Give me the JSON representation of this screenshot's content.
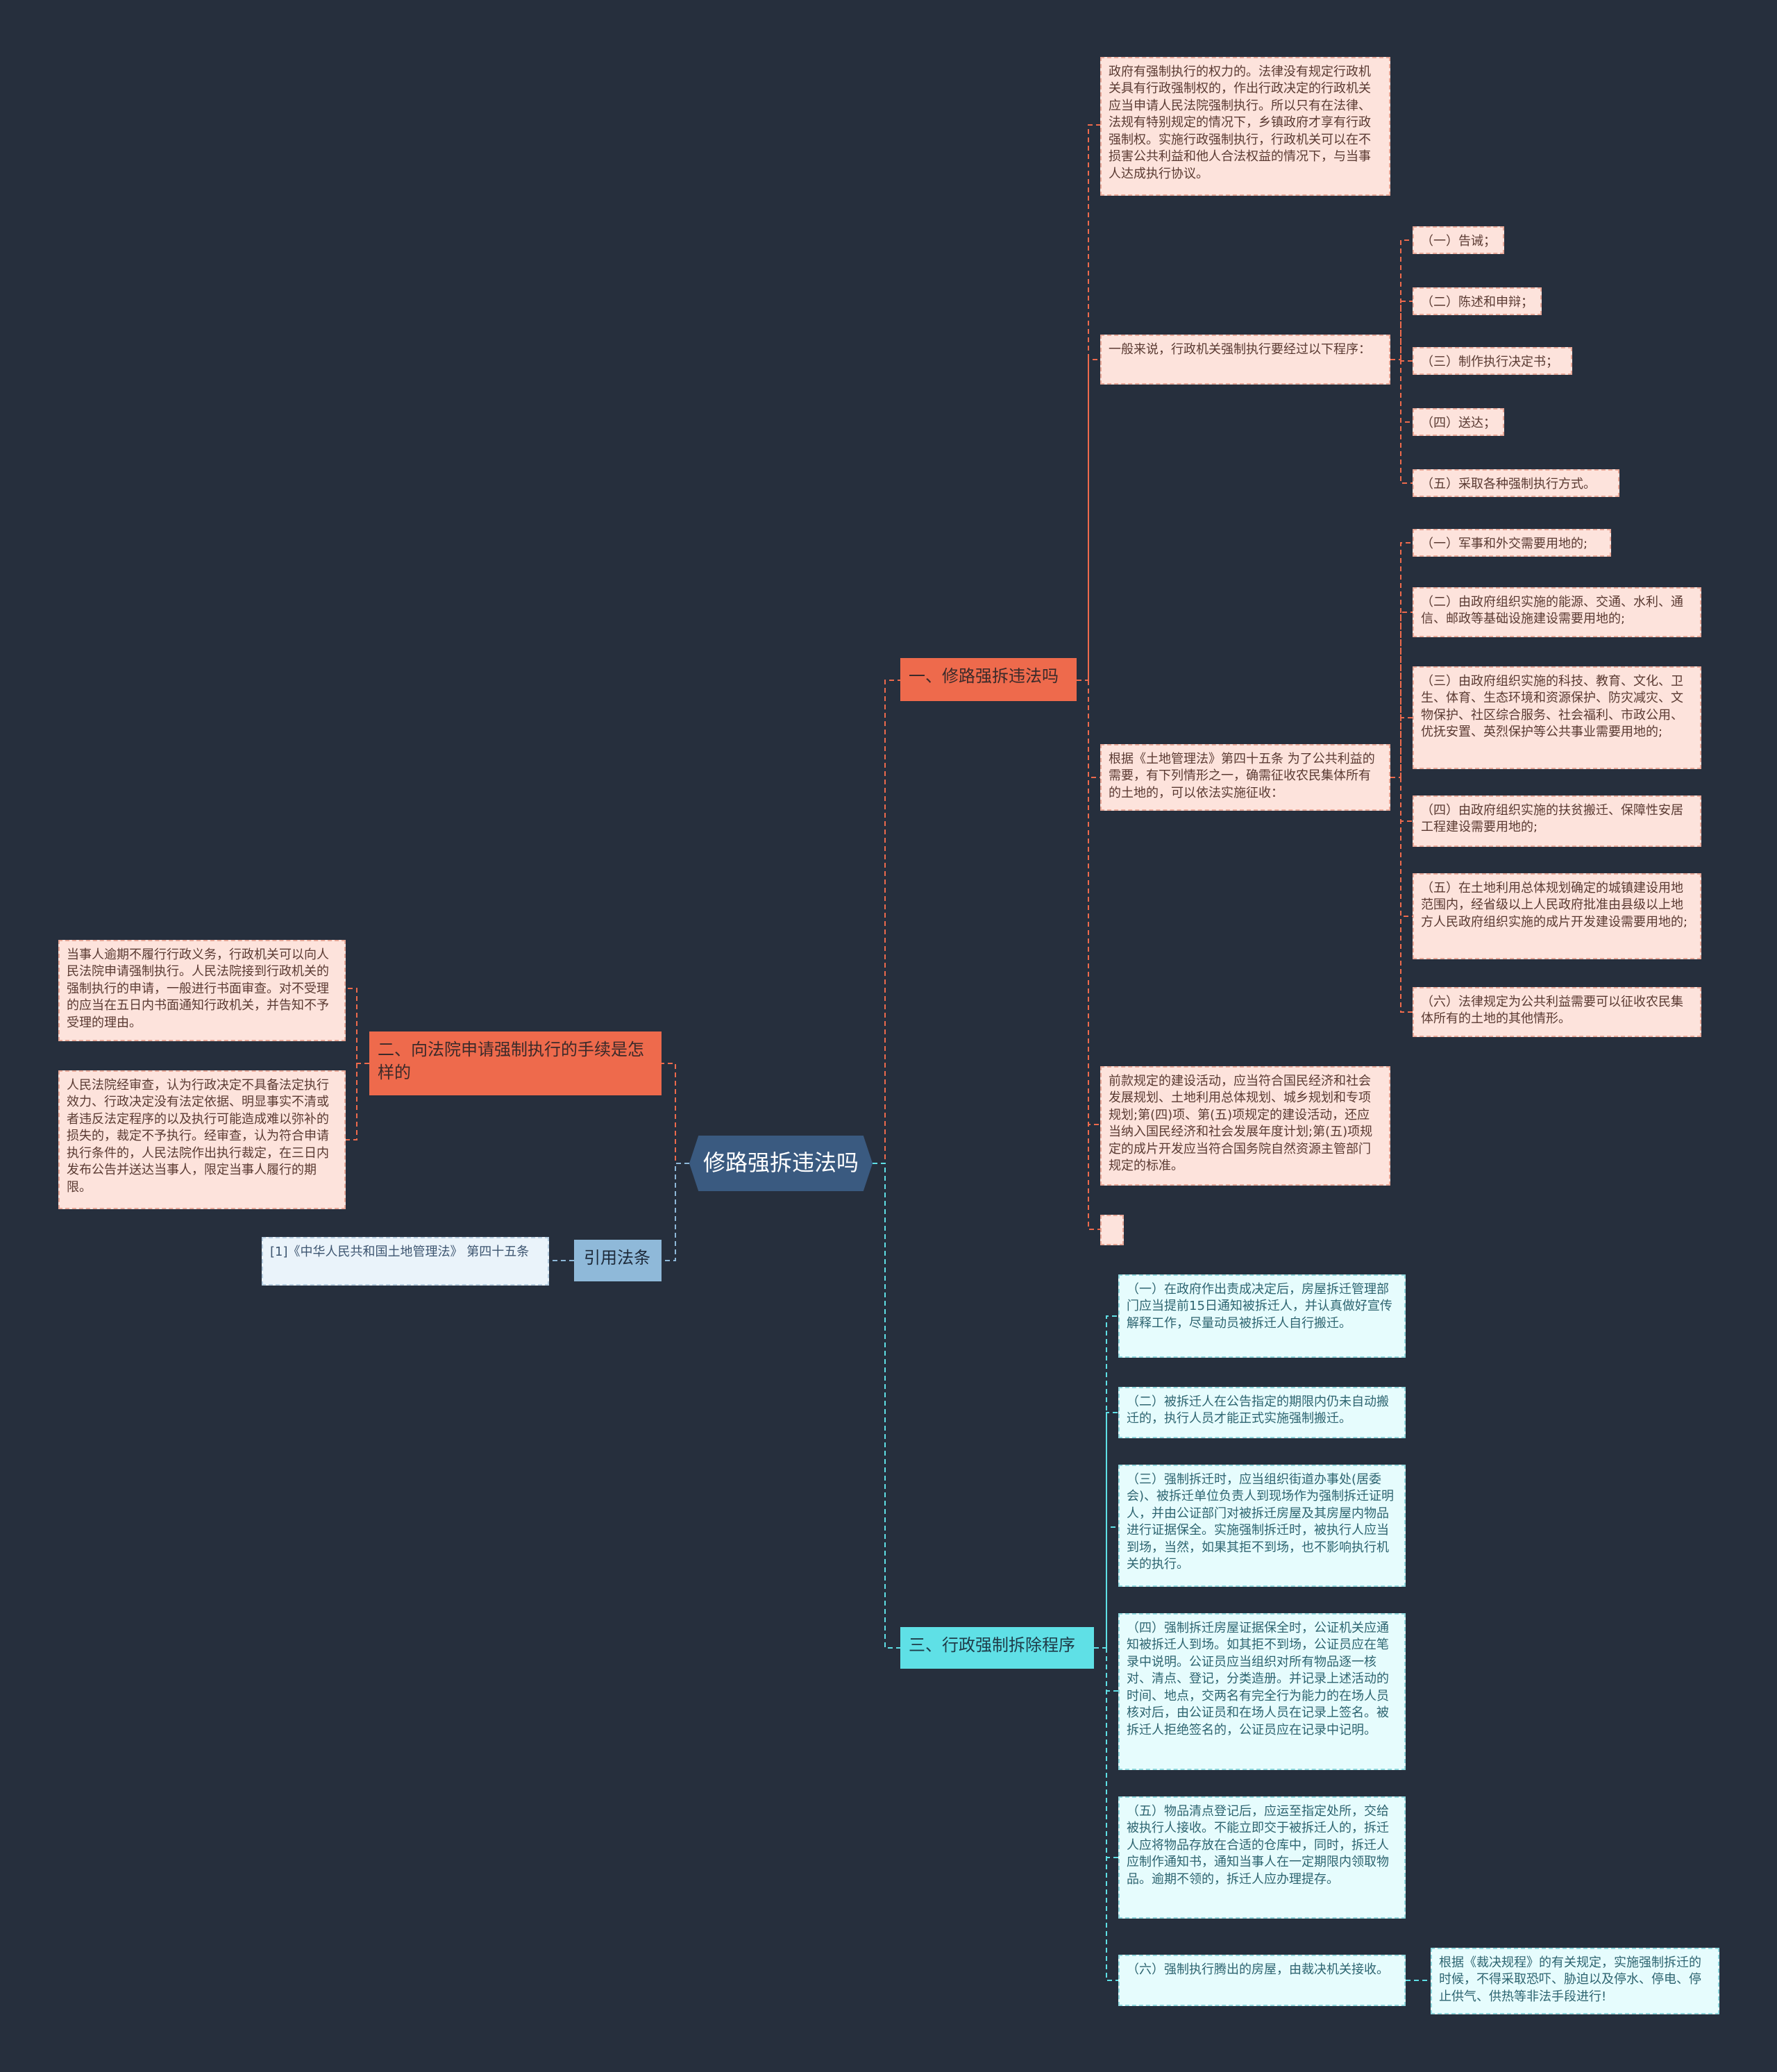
{
  "root": {
    "label": "修路强拆违法吗"
  },
  "branches": {
    "b1": {
      "label": "一、修路强拆违法吗",
      "items": {
        "power": "政府有强制执行的权力的。法律没有规定行政机关具有行政强制权的，作出行政决定的行政机关应当申请人民法院强制执行。所以只有在法律、法规有特别规定的情况下，乡镇政府才享有行政强制权。实施行政强制执行，行政机关可以在不损害公共利益和他人合法权益的情况下，与当事人达成执行协议。",
        "procedure": "一般来说，行政机关强制执行要经过以下程序：",
        "procedure_steps": [
          "（一）告诫；",
          "（二）陈述和申辩；",
          "（三）制作执行决定书；",
          "（四）送达；",
          "（五）采取各种强制执行方式。"
        ],
        "land_law": "根据《土地管理法》第四十五条 为了公共利益的需要，有下列情形之一，确需征收农民集体所有的土地的，可以依法实施征收：",
        "land_cases": [
          "（一）军事和外交需要用地的;",
          "（二）由政府组织实施的能源、交通、水利、通信、邮政等基础设施建设需要用地的;",
          "（三）由政府组织实施的科技、教育、文化、卫生、体育、生态环境和资源保护、防灾减灾、文物保护、社区综合服务、社会福利、市政公用、优抚安置、英烈保护等公共事业需要用地的;",
          "（四）由政府组织实施的扶贫搬迁、保障性安居工程建设需要用地的;",
          "（五）在土地利用总体规划确定的城镇建设用地范围内，经省级以上人民政府批准由县级以上地方人民政府组织实施的成片开发建设需要用地的;",
          "（六）法律规定为公共利益需要可以征收农民集体所有的土地的其他情形。"
        ],
        "construction": "前款规定的建设活动，应当符合国民经济和社会发展规划、土地利用总体规划、城乡规划和专项规划;第(四)项、第(五)项规定的建设活动，还应当纳入国民经济和社会发展年度计划;第(五)项规定的成片开发应当符合国务院自然资源主管部门规定的标准。",
        "empty": ""
      }
    },
    "b2": {
      "label": "二、向法院申请强制执行的手续是怎样的",
      "items": [
        "当事人逾期不履行行政义务，行政机关可以向人民法院申请强制执行。人民法院接到行政机关的强制执行的申请，一般进行书面审查。对不受理的应当在五日内书面通知行政机关，并告知不予受理的理由。",
        "人民法院经审查，认为行政决定不具备法定执行效力、行政决定没有法定依据、明显事实不清或者违反法定程序的以及执行可能造成难以弥补的损失的，裁定不予执行。经审查，认为符合申请执行条件的，人民法院作出执行裁定，在三日内发布公告并送达当事人，限定当事人履行的期限。"
      ]
    },
    "b3": {
      "label": "三、行政强制拆除程序",
      "items": [
        "（一）在政府作出责成决定后，房屋拆迁管理部门应当提前15日通知被拆迁人，并认真做好宣传解释工作，尽量动员被拆迁人自行搬迁。",
        "（二）被拆迁人在公告指定的期限内仍未自动搬迁的，执行人员才能正式实施强制搬迁。",
        "（三）强制拆迁时，应当组织街道办事处(居委会)、被拆迁单位负责人到现场作为强制拆迁证明人，并由公证部门对被拆迁房屋及其房屋内物品进行证据保全。实施强制拆迁时，被执行人应当到场，当然，如果其拒不到场，也不影响执行机关的执行。",
        "（四）强制拆迁房屋证据保全时，公证机关应通知被拆迁人到场。如其拒不到场，公证员应在笔录中说明。公证员应当组织对所有物品逐一核对、清点、登记，分类造册。并记录上述活动的时间、地点，交两名有完全行为能力的在场人员核对后，由公证员和在场人员在记录上签名。被拆迁人拒绝签名的，公证员应在记录中记明。",
        "（五）物品清点登记后，应运至指定处所，交给被执行人接收。不能立即交于被拆迁人的，拆迁人应将物品存放在合适的仓库中，同时，拆迁人应制作通知书，通知当事人在一定期限内领取物品。逾期不领的，拆迁人应办理提存。",
        "（六）强制执行腾出的房屋，由裁决机关接收。"
      ],
      "sub6": "根据《裁决规程》的有关规定，实施强制拆迁的时候，不得采取恐吓、胁迫以及停水、停电、停止供气、供热等非法手段进行!"
    },
    "b4": {
      "label": "引用法条",
      "items": [
        "[1]《中华人民共和国土地管理法》 第四十五条"
      ]
    }
  },
  "colors": {
    "background": "#262f3d",
    "root": "#3a5a80",
    "orange": "#ee6a4c",
    "cyan": "#5fe0e6",
    "blue": "#8fb9d9",
    "leaf_pink": "#fde3dc",
    "leaf_cyan": "#e6fcfd",
    "leaf_blue": "#eaf3fa"
  }
}
